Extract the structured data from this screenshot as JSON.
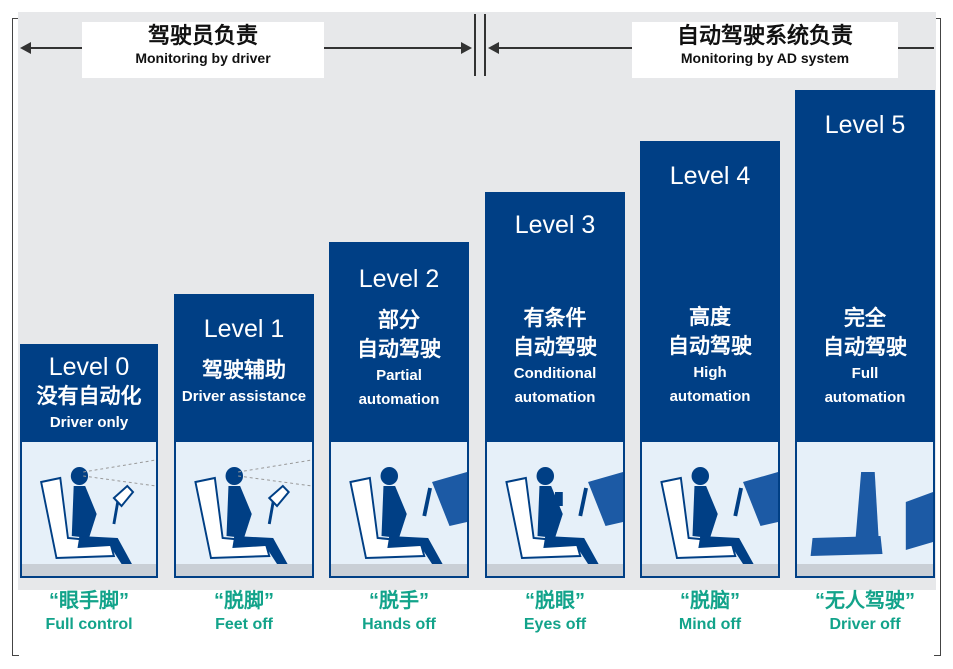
{
  "header": {
    "left": {
      "title_zh": "驾驶员负责",
      "title_en": "Monitoring by driver"
    },
    "right": {
      "title_zh": "自动驾驶系统负责",
      "title_en": "Monitoring by AD system"
    }
  },
  "levels": [
    {
      "level": "Level 0",
      "zh": "没有自动化",
      "en": "Driver only",
      "caption_zh": "“眼手脚”",
      "caption_en": "Full control"
    },
    {
      "level": "Level 1",
      "zh": "驾驶辅助",
      "en": "Driver assistance",
      "caption_zh": "“脱脚”",
      "caption_en": "Feet off"
    },
    {
      "level": "Level 2",
      "zh_1": "部分",
      "zh_2": "自动驾驶",
      "en_1": "Partial",
      "en_2": "automation",
      "caption_zh": "“脱手”",
      "caption_en": "Hands off"
    },
    {
      "level": "Level 3",
      "zh_1": "有条件",
      "zh_2": "自动驾驶",
      "en_1": "Conditional",
      "en_2": "automation",
      "caption_zh": "“脱眼”",
      "caption_en": "Eyes off"
    },
    {
      "level": "Level 4",
      "zh_1": "高度",
      "zh_2": "自动驾驶",
      "en_1": "High",
      "en_2": "automation",
      "caption_zh": "“脱脑”",
      "caption_en": "Mind off"
    },
    {
      "level": "Level 5",
      "zh_1": "完全",
      "zh_2": "自动驾驶",
      "en_1": "Full",
      "en_2": "automation",
      "caption_zh": "“无人驾驶”",
      "caption_en": "Driver off"
    }
  ],
  "colors": {
    "box_blue": "#003f85",
    "caption_green": "#12a38a",
    "panel_gray": "#e7e8ea"
  }
}
